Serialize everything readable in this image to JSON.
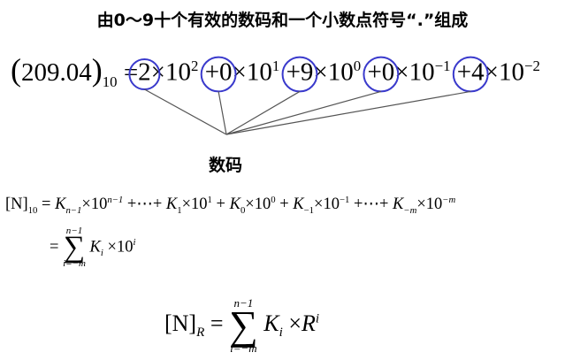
{
  "heading": "由0～9十个有效的数码和一个小数点符号“.”组成",
  "eq1": {
    "lhs": "209.04",
    "lhs_base": "10",
    "terms": [
      {
        "digit": "2",
        "op": "",
        "pow": "2"
      },
      {
        "digit": "0",
        "op": "+",
        "pow": "1"
      },
      {
        "digit": "9",
        "op": "+",
        "pow": "0"
      },
      {
        "digit": "0",
        "op": "+",
        "pow": "−1"
      },
      {
        "digit": "4",
        "op": "+",
        "pow": "−2"
      }
    ],
    "times": "×",
    "base_ten": "10",
    "circle_color": "#3a3acc"
  },
  "digit_label": "数码",
  "eq2": {
    "lhs": "[N]",
    "lhs_base": "10",
    "K": "K",
    "k_sub_1": "n−1",
    "p_1": "n−1",
    "dots": "⋯",
    "k_sub_2": "1",
    "p_2": "1",
    "k_sub_3": "0",
    "p_3": "0",
    "k_sub_4": "−1",
    "p_4": "−1",
    "k_sub_5": "−m",
    "p_5": "−m"
  },
  "eq3": {
    "sum_upper": "n−1",
    "sum_lower": "i=−m",
    "K": "K",
    "i": "i",
    "ten": "10",
    "pow": "i"
  },
  "eq4": {
    "lhs": "[N]",
    "lhs_base": "R",
    "sum_upper": "n−1",
    "sum_lower": "i=−m",
    "K": "K",
    "i": "i",
    "R": "R",
    "pow": "i"
  }
}
